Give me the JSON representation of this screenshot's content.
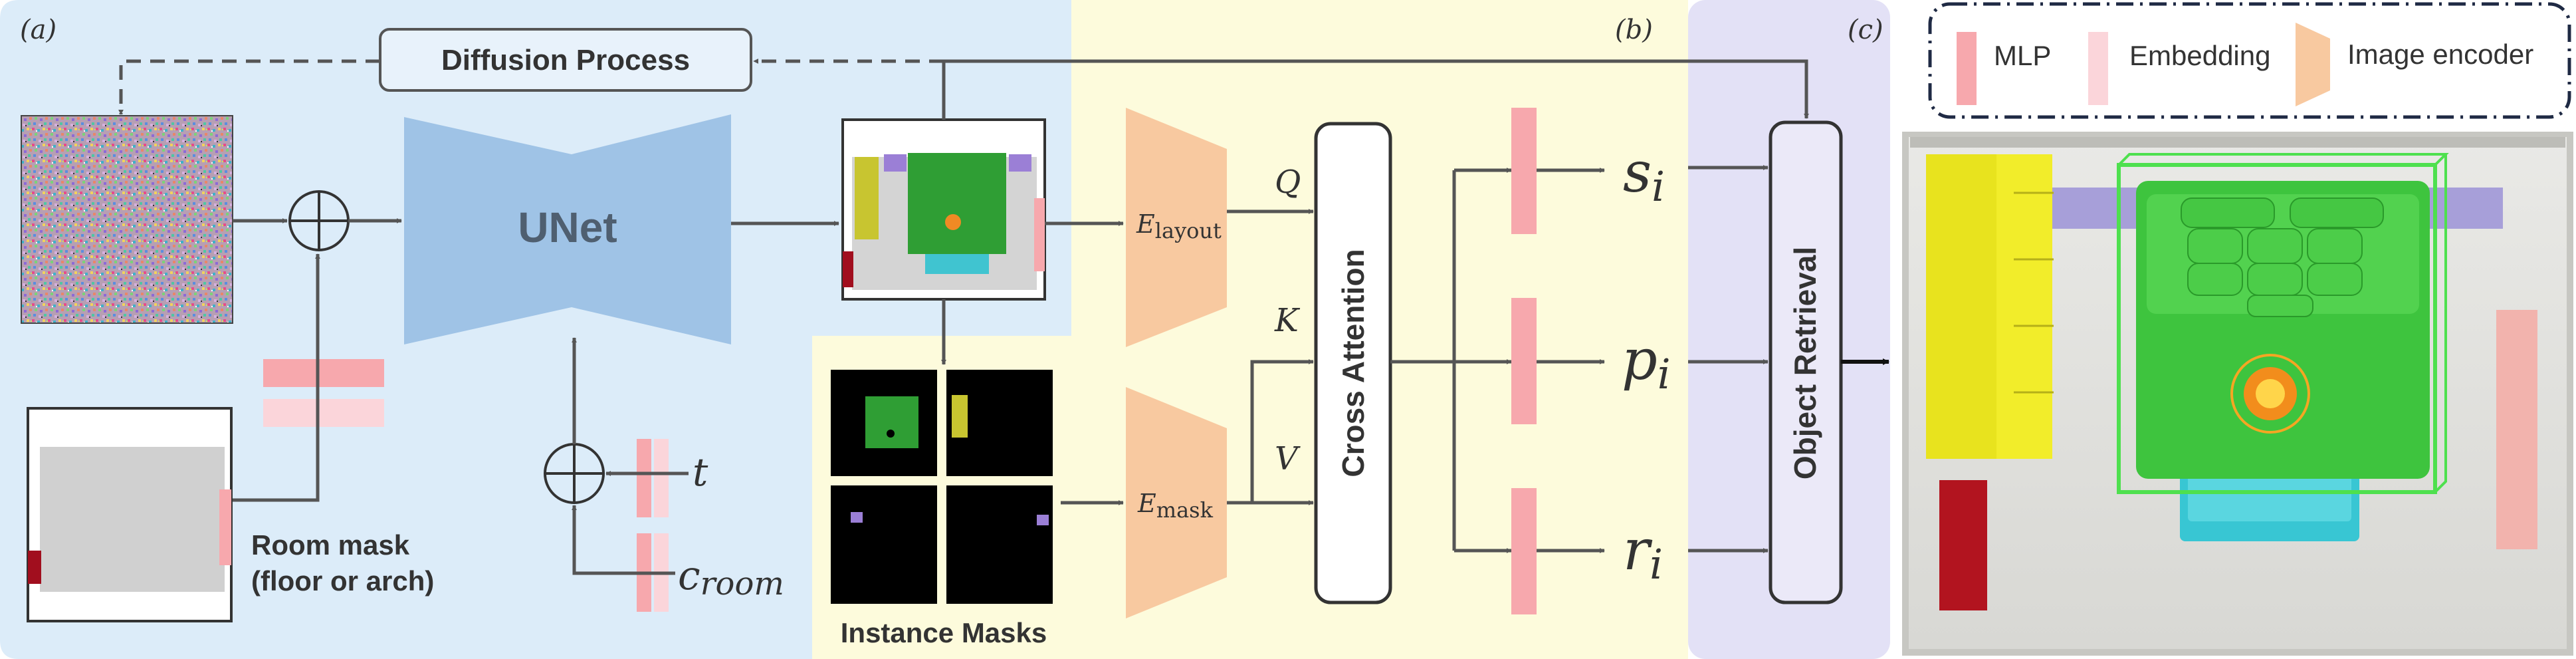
{
  "panels": {
    "a": "(a)",
    "b": "(b)",
    "c": "(c)"
  },
  "diffusion_process": "Diffusion Process",
  "unet": "UNet",
  "room_mask": {
    "line1": "Room mask",
    "line2": "(floor or arch)"
  },
  "instance_masks": "Instance Masks",
  "t": "t",
  "c_room": {
    "base": "c",
    "sub": "room"
  },
  "encoders": {
    "layout": {
      "base": "E",
      "sub": "layout"
    },
    "mask": {
      "base": "E",
      "sub": "mask"
    }
  },
  "qkv": {
    "q": "Q",
    "k": "K",
    "v": "V"
  },
  "cross_attention": "Cross Attention",
  "outputs": [
    {
      "base": "s",
      "sub": "i"
    },
    {
      "base": "p",
      "sub": "i"
    },
    {
      "base": "r",
      "sub": "i"
    }
  ],
  "object_retrieval": "Object Retrieval",
  "legend": {
    "mlp": "MLP",
    "embedding": "Embedding",
    "image_encoder": "Image encoder"
  },
  "colors": {
    "panel_a_bg": "#dcecf9",
    "panel_b_bg": "#fdfbdc",
    "panel_c_bg": "#e3e1f6",
    "unet": "#9fc3e6",
    "mlp": "#f7a8ad",
    "embedding": "#fbd5da",
    "image_encoder": "#f8c9a0",
    "green": "#2f9e34",
    "yellow_green": "#c8c530",
    "purple": "#9b7fd6",
    "cyan": "#40c4d0",
    "dark_red": "#a10e1e"
  }
}
